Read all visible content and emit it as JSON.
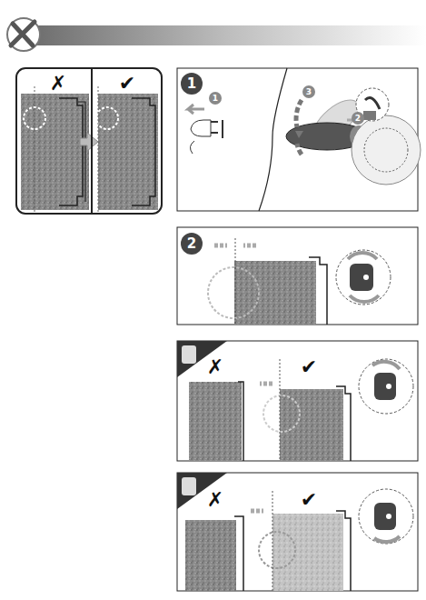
{
  "diagram": {
    "labels": [
      "✗",
      "✔",
      "1",
      "1",
      "2",
      "3",
      "2",
      "✗",
      "✔",
      "✗",
      "✔"
    ]
  }
}
